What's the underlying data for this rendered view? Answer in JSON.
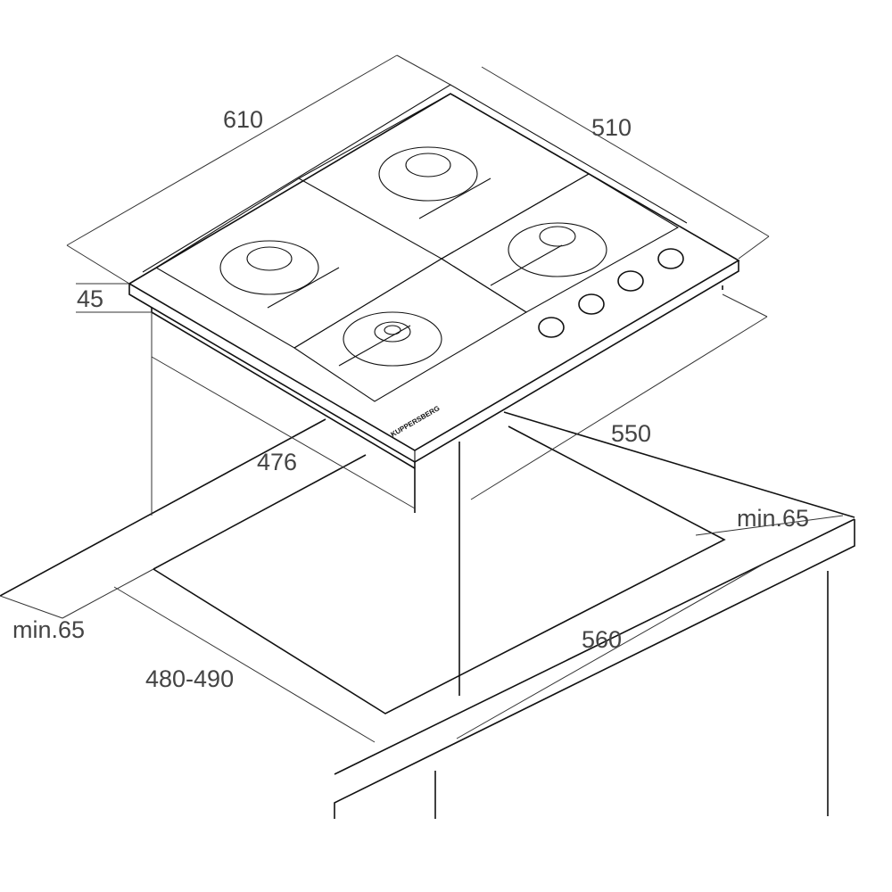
{
  "title": "Gas hob installation dimensions",
  "brand_logo": "KUPPERSBERG",
  "dimensions": {
    "width": "610",
    "depth": "510",
    "height": "45",
    "body_depth": "476",
    "body_width": "550",
    "clearance_back": "min.65",
    "clearance_front": "min.65",
    "cutout_width": "560",
    "cutout_depth": "480-490"
  },
  "colors": {
    "line": "#111111",
    "label": "#444444"
  }
}
